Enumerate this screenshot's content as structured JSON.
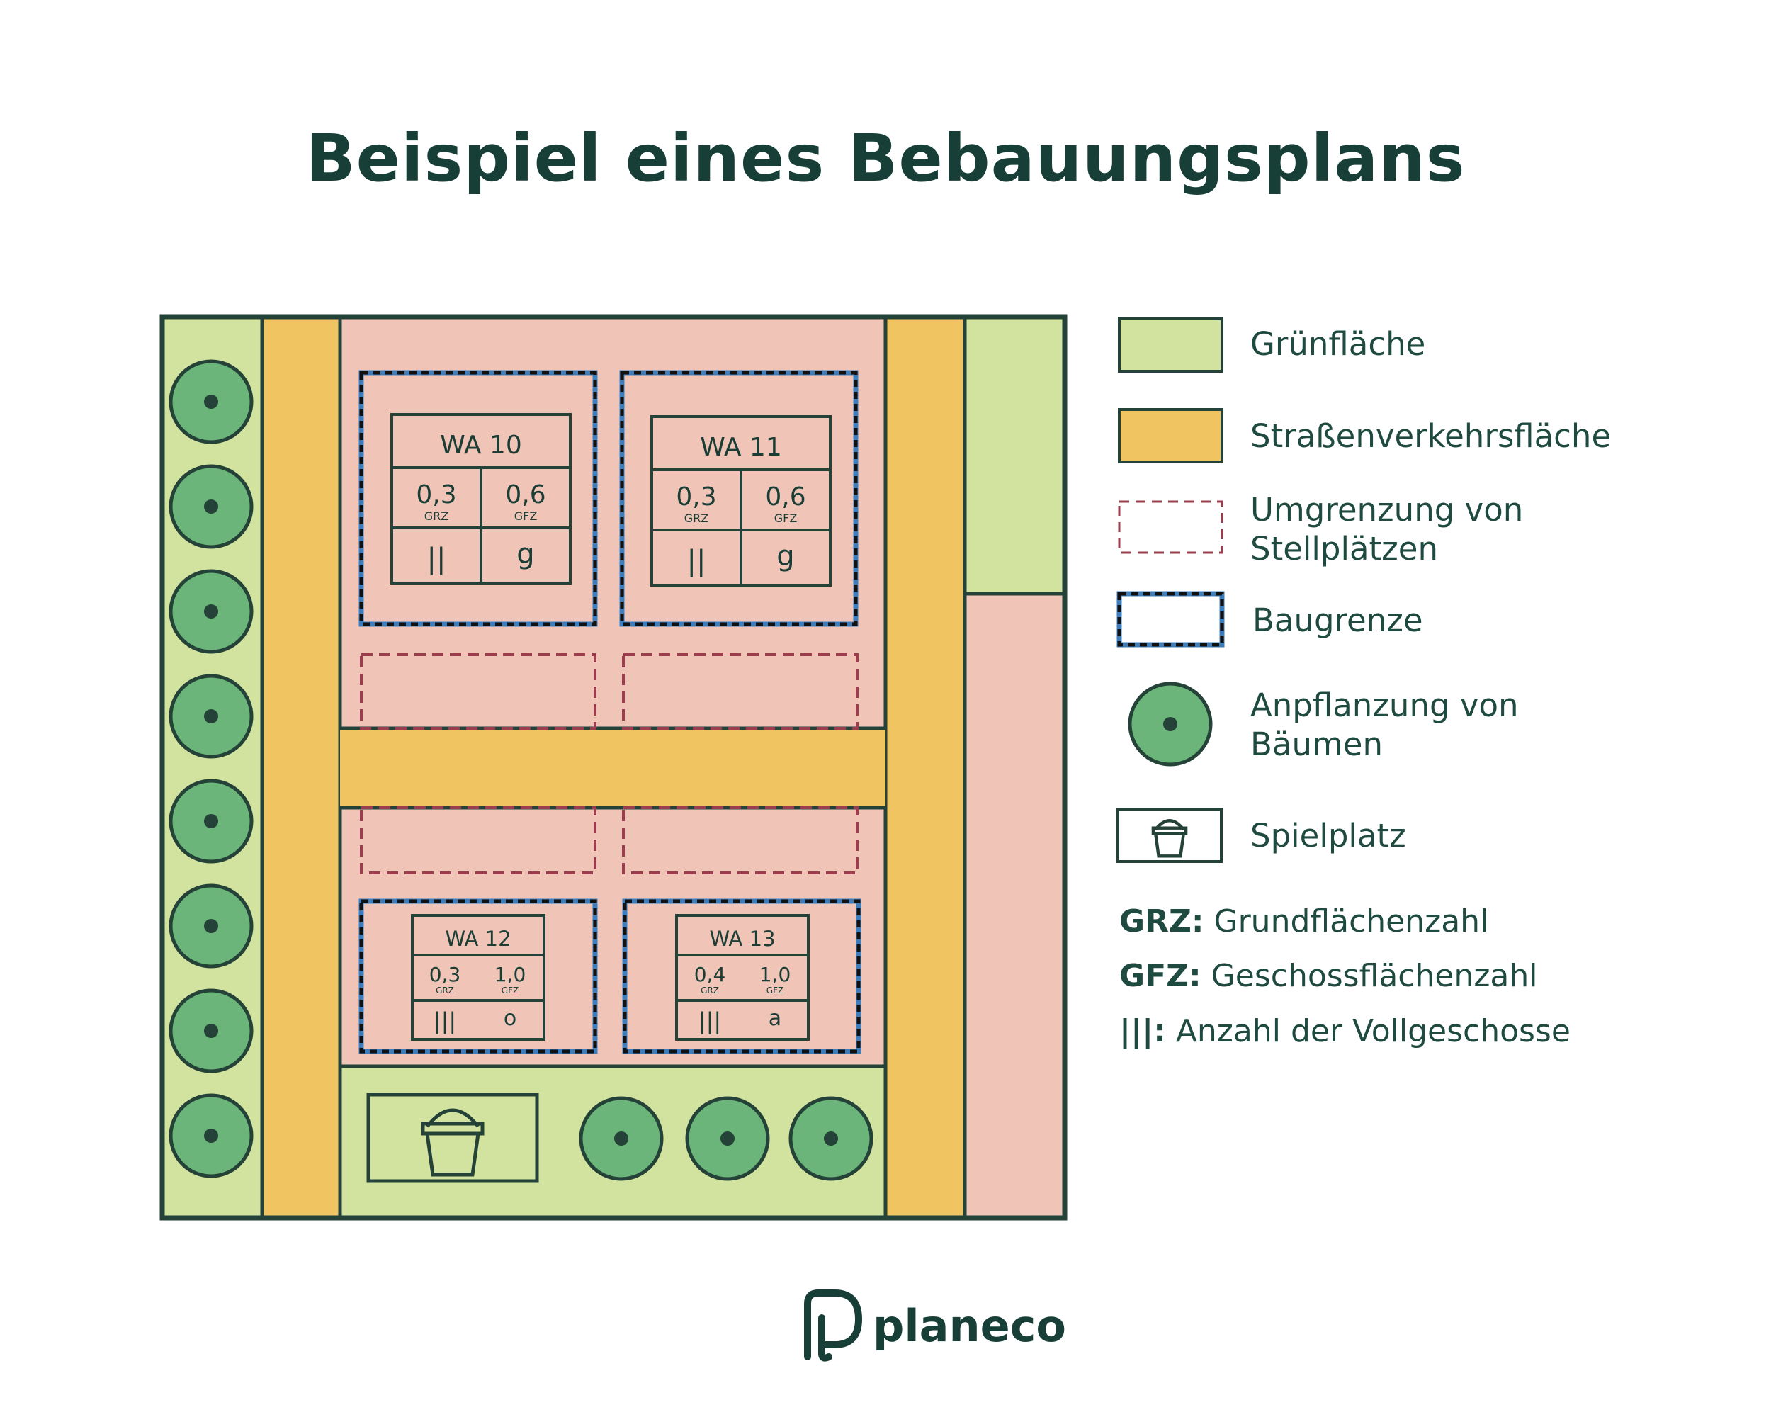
{
  "title": "Beispiel eines Bebauungsplans",
  "colors": {
    "gruenflaeche": "#d2e29f",
    "strasse": "#f1c462",
    "bauflaeche": "#f0c5b7",
    "baum": "#6bb47a",
    "outline": "#244237",
    "stellplatz_dash": "#9a3d4c",
    "baugrenze": "#3c7dbe"
  },
  "plan": {
    "wa_zones": [
      {
        "name": "WA 10",
        "grz": "0,3",
        "gfz": "0,6",
        "grz_label": "GRZ",
        "gfz_label": "GFZ",
        "geschosse": "||",
        "bauweise": "g"
      },
      {
        "name": "WA 11",
        "grz": "0,3",
        "gfz": "0,6",
        "grz_label": "GRZ",
        "gfz_label": "GFZ",
        "geschosse": "||",
        "bauweise": "g"
      },
      {
        "name": "WA 12",
        "grz": "0,3",
        "gfz": "1,0",
        "grz_label": "GRZ",
        "gfz_label": "GFZ",
        "geschosse": "|||",
        "bauweise": "o"
      },
      {
        "name": "WA 13",
        "grz": "0,4",
        "gfz": "1,0",
        "grz_label": "GRZ",
        "gfz_label": "GFZ",
        "geschosse": "|||",
        "bauweise": "a"
      }
    ],
    "icons": [
      "tree-icon",
      "bucket-icon"
    ]
  },
  "legend": {
    "items": [
      {
        "label": "Grünfläche"
      },
      {
        "label": "Straßenverkehrsfläche"
      },
      {
        "label": "Umgrenzung von Stellplätzen"
      },
      {
        "label": "Baugrenze"
      },
      {
        "label": "Anpflanzung von Bäumen"
      },
      {
        "label": "Spielplatz"
      }
    ],
    "abbreviations": [
      {
        "key": "GRZ:",
        "text": "Grundflächenzahl"
      },
      {
        "key": "GFZ:",
        "text": "Geschossflächenzahl"
      },
      {
        "key": "|||:",
        "text": "Anzahl der Vollgeschosse"
      }
    ]
  },
  "brand": {
    "name": "planeco",
    "icon": "planeco-logo-icon"
  }
}
